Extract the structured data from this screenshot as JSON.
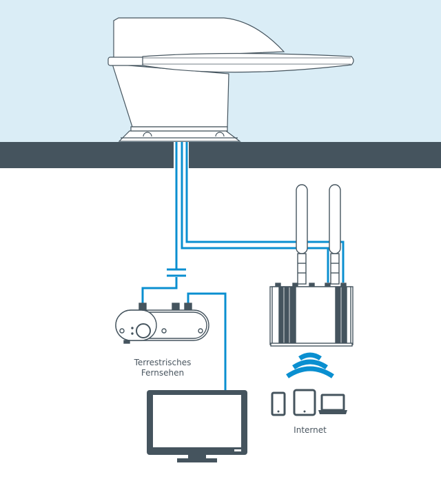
{
  "diagram": {
    "description": "Roof-mounted combined antenna with cable routing to TV amplifier, TV and LTE/WiFi router",
    "colors": {
      "sky": "#daedf6",
      "roof": "#45545e",
      "cable": "#0a8fd0",
      "device_outline": "#45545e",
      "device_fill": "#ffffff",
      "label_text": "#4a5660"
    },
    "nodes": [
      {
        "id": "roof-antenna",
        "icon": "shark-fin-antenna-icon",
        "label": ""
      },
      {
        "id": "tv-amplifier",
        "icon": "amplifier-icon",
        "label_lines": [
          "Terrestrisches",
          "Fernsehen"
        ]
      },
      {
        "id": "television",
        "icon": "tv-monitor-icon",
        "label": ""
      },
      {
        "id": "router",
        "icon": "lte-router-icon",
        "label": ""
      },
      {
        "id": "wifi",
        "icon": "wifi-icon",
        "label": ""
      },
      {
        "id": "devices",
        "icons": [
          "smartphone-icon",
          "tablet-icon",
          "laptop-icon"
        ],
        "label": "Internet"
      }
    ],
    "edges": [
      {
        "from": "roof-antenna",
        "to": "tv-amplifier",
        "note": "coax with capacitor symbol"
      },
      {
        "from": "tv-amplifier",
        "to": "television"
      },
      {
        "from": "roof-antenna",
        "to": "router",
        "note": "two cables"
      }
    ]
  },
  "labels": {
    "terrestrial_line1": "Terrestrisches",
    "terrestrial_line2": "Fernsehen",
    "internet": "Internet"
  }
}
